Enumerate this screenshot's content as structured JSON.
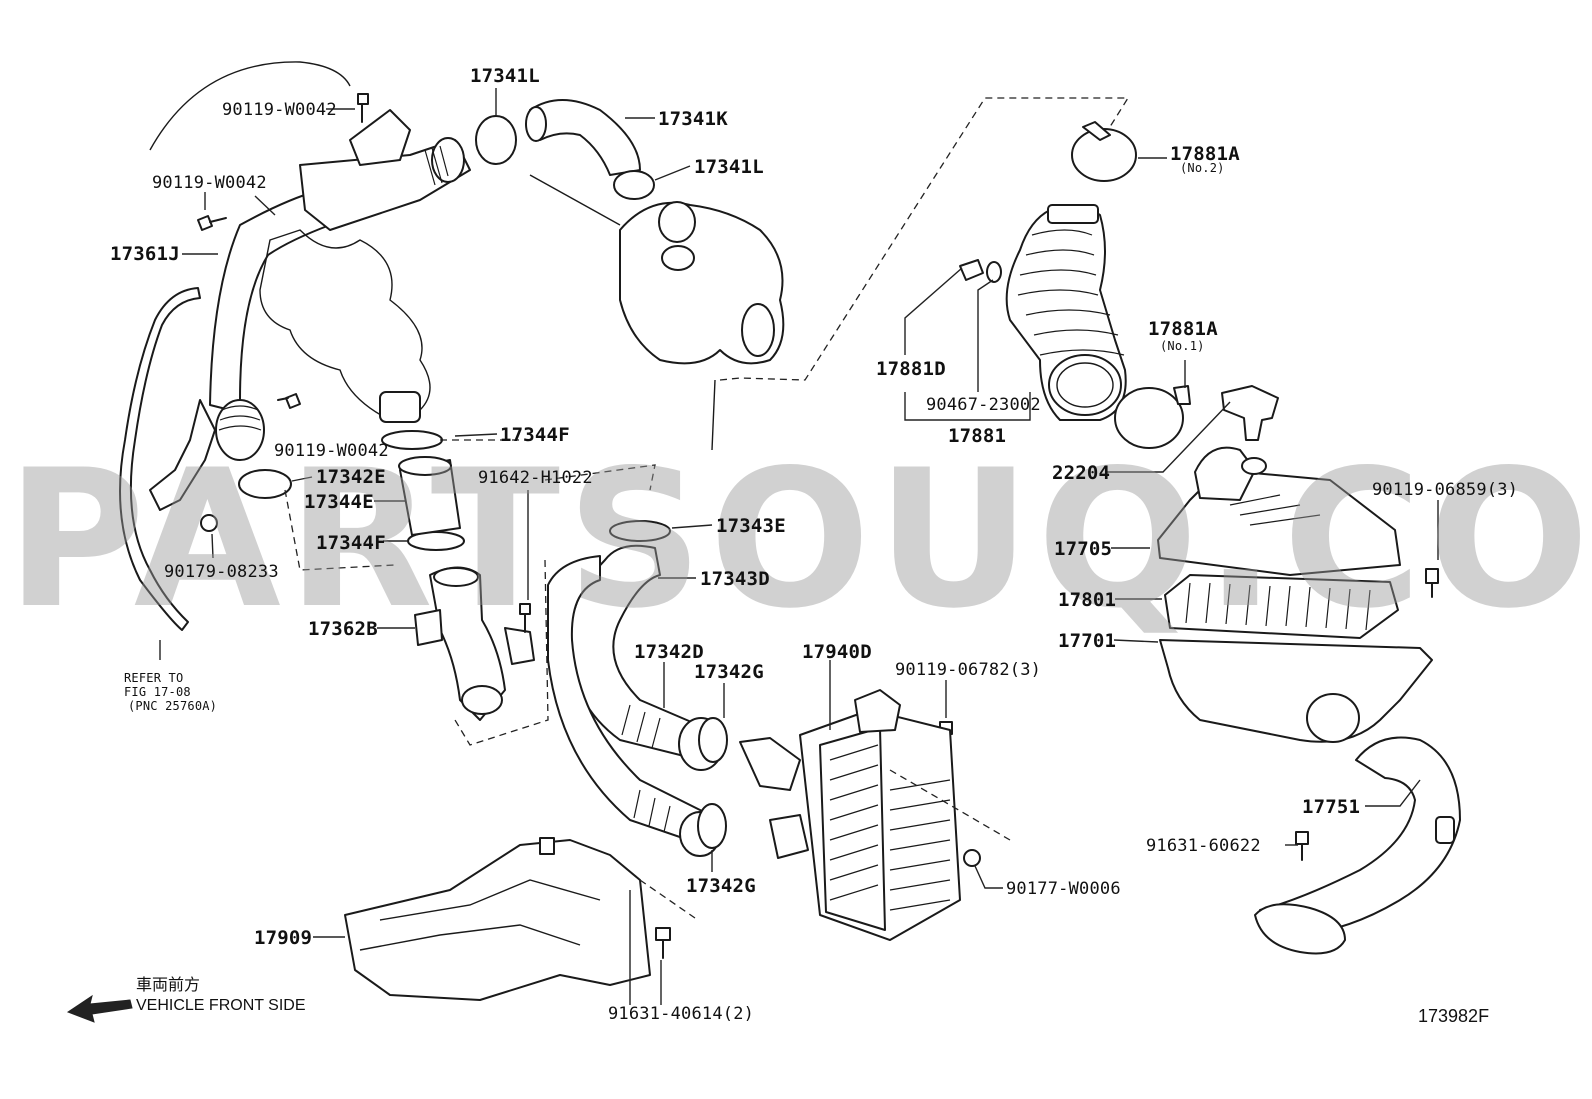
{
  "watermark": "PARTSOUQ.COM",
  "diagram_code": "173982F",
  "front_marker": {
    "japanese": "車両前方",
    "english": "VEHICLE FRONT SIDE"
  },
  "refer_note": {
    "line1": "REFER TO",
    "line2": "FIG 17-08",
    "line3": "(PNC 25760A)"
  },
  "labels": {
    "l_90119_w0042_a": "90119-W0042",
    "l_90119_w0042_b": "90119-W0042",
    "l_90119_w0042_c": "90119-W0042",
    "l_17361j": "17361J",
    "l_17341l_a": "17341L",
    "l_17341k": "17341K",
    "l_17341l_b": "17341L",
    "l_17881a_2": "17881A",
    "l_17881a_2_sub": "(No.2)",
    "l_17881d": "17881D",
    "l_90467": "90467-23002",
    "l_17881": "17881",
    "l_17881a_1": "17881A",
    "l_17881a_1_sub": "(No.1)",
    "l_17344f_a": "17344F",
    "l_17342e": "17342E",
    "l_17344e": "17344E",
    "l_17344f_b": "17344F",
    "l_90179": "90179-08233",
    "l_91642": "91642-H1022",
    "l_22204": "22204",
    "l_90119_06859": "90119-06859(3)",
    "l_17705": "17705",
    "l_17801": "17801",
    "l_17701": "17701",
    "l_17343e": "17343E",
    "l_17343d": "17343D",
    "l_17362b": "17362B",
    "l_17342d": "17342D",
    "l_17342g_a": "17342G",
    "l_17940d": "17940D",
    "l_90119_06782": "90119-06782(3)",
    "l_17751": "17751",
    "l_91631_60622": "91631-60622",
    "l_17342g_b": "17342G",
    "l_90177": "90177-W0006",
    "l_17909": "17909",
    "l_91631_40614": "91631-40614(2)"
  }
}
